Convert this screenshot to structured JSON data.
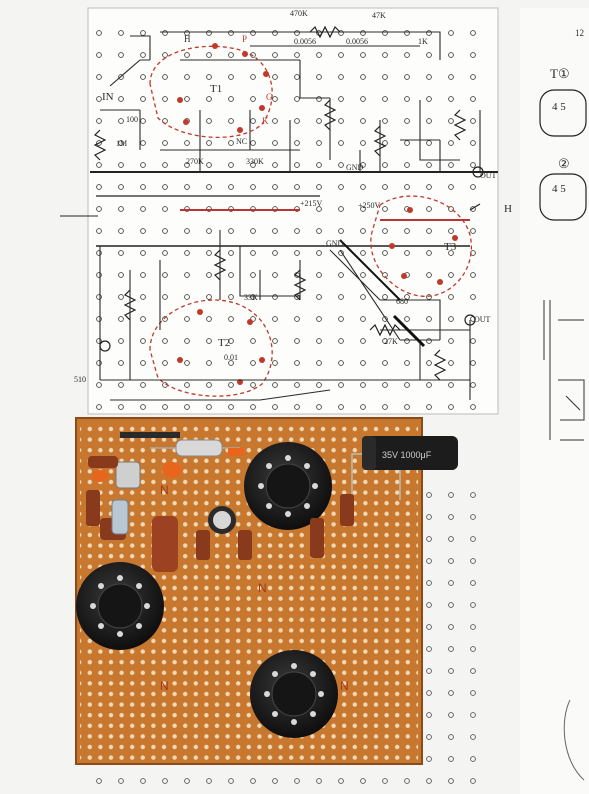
{
  "photo": {
    "schematic_labels": {
      "r1": "470K",
      "r2": "47K",
      "c1": "0.0056",
      "c2": "0.0056",
      "r3": "1K",
      "in": "IN",
      "t1": "T1",
      "t2": "T2",
      "t3": "T3",
      "h1": "H",
      "p1": "P",
      "g1": "G",
      "k1": "K",
      "nc1": "NC",
      "c100": "100",
      "r1m": "1M",
      "r270": "270K",
      "r330": "330K",
      "b250": "+250V",
      "b215": "+215V",
      "gnd1": "GND",
      "gnd2": "GND",
      "out1": "OUT",
      "out2": "OUT",
      "h_arrow": "H",
      "r27k": "27K",
      "r680": "680",
      "c001": "0.01",
      "r510": "510",
      "r33k": "33K"
    },
    "side_sheet_labels": {
      "t1": "T①",
      "pin45": "4 5",
      "two": "②",
      "twelve": "12"
    },
    "capacitor_marking": "35V 1000μF",
    "colors": {
      "paper": "#fdfdfb",
      "ink": "#2a2a2a",
      "red_ink": "#c0392b",
      "board": "#c8772e",
      "board_dark": "#9a5420",
      "socket": "#1a1a1a"
    }
  }
}
